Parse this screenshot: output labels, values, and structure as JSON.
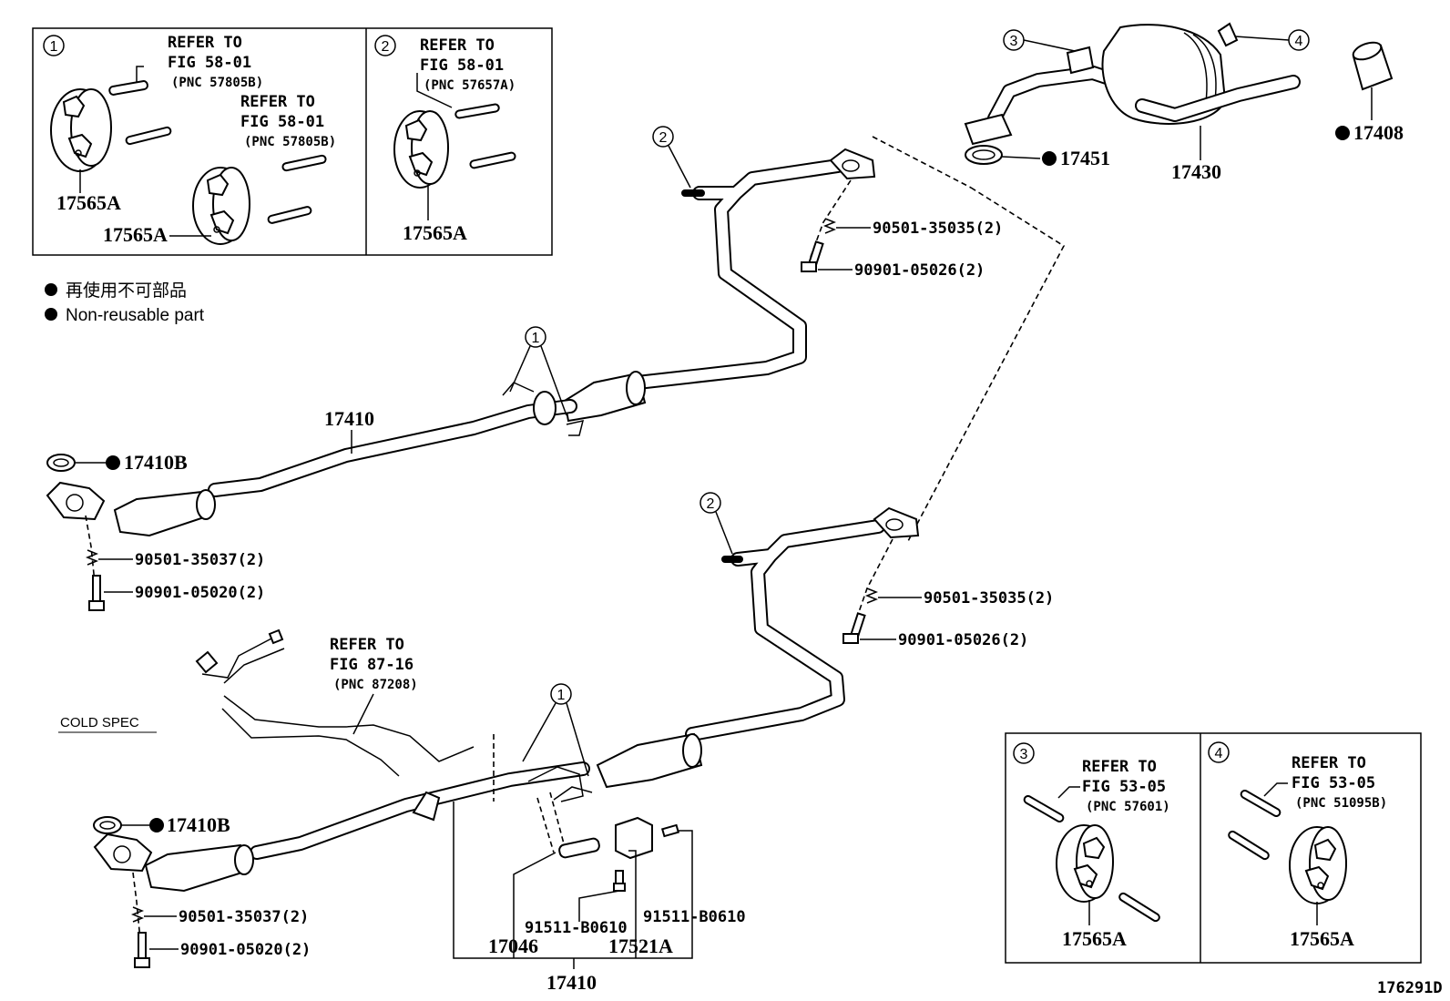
{
  "insets": {
    "a": {
      "num": "1",
      "ref1": [
        "REFER TO",
        "FIG 58-01",
        "(PNC 57805B)"
      ],
      "ref2": [
        "REFER TO",
        "FIG 58-01",
        "(PNC 57805B)"
      ],
      "part1": "17565A",
      "part2": "17565A"
    },
    "b": {
      "num": "2",
      "ref": [
        "REFER TO",
        "FIG 58-01",
        "(PNC 57657A)"
      ],
      "part": "17565A"
    },
    "c": {
      "num": "3",
      "ref": [
        "REFER TO",
        "FIG 53-05",
        "(PNC 57601)"
      ],
      "part": "17565A"
    },
    "d": {
      "num": "4",
      "ref": [
        "REFER TO",
        "FIG 53-05",
        "(PNC 51095B)"
      ],
      "part": "17565A"
    }
  },
  "legend": {
    "cn": "再使用不可部品",
    "en": "Non-reusable part"
  },
  "upper": {
    "callouts": [
      "3",
      "4",
      "2",
      "1"
    ],
    "parts": {
      "p17408": "17408",
      "p17451": "17451",
      "p17430": "17430",
      "p17410": "17410",
      "p17410B": "17410B"
    },
    "bolts": {
      "b1": "90501-35035(2)",
      "b2": "90901-05026(2)",
      "b3": "90501-35037(2)",
      "b4": "90901-05020(2)"
    }
  },
  "lower": {
    "callouts": [
      "2",
      "1"
    ],
    "ref": [
      "REFER TO",
      "FIG 87-16",
      "(PNC 87208)"
    ],
    "cold_spec": "COLD SPEC",
    "parts": {
      "p17410B": "17410B",
      "p17046": "17046",
      "p17521A": "17521A",
      "p17410": "17410",
      "p91511a": "91511-B0610",
      "p91511b": "91511-B0610"
    },
    "bolts": {
      "b1": "90501-35035(2)",
      "b2": "90901-05026(2)",
      "b3": "90501-35037(2)",
      "b4": "90901-05020(2)"
    }
  },
  "figure_id": "176291D"
}
